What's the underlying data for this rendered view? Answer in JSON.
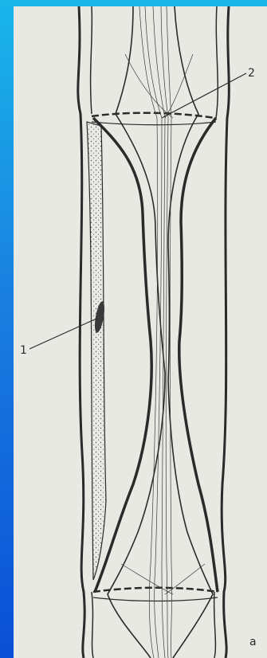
{
  "figure": {
    "colors": {
      "frame_top": "#19b6ea",
      "frame_bottom": "#0a4fd6",
      "paper": "#e9e9e4",
      "ink": "#2a2a2a",
      "dotted_fill": "#d8d8d0"
    },
    "labels": {
      "label_1": "1",
      "label_2": "2",
      "label_a": "a"
    }
  }
}
